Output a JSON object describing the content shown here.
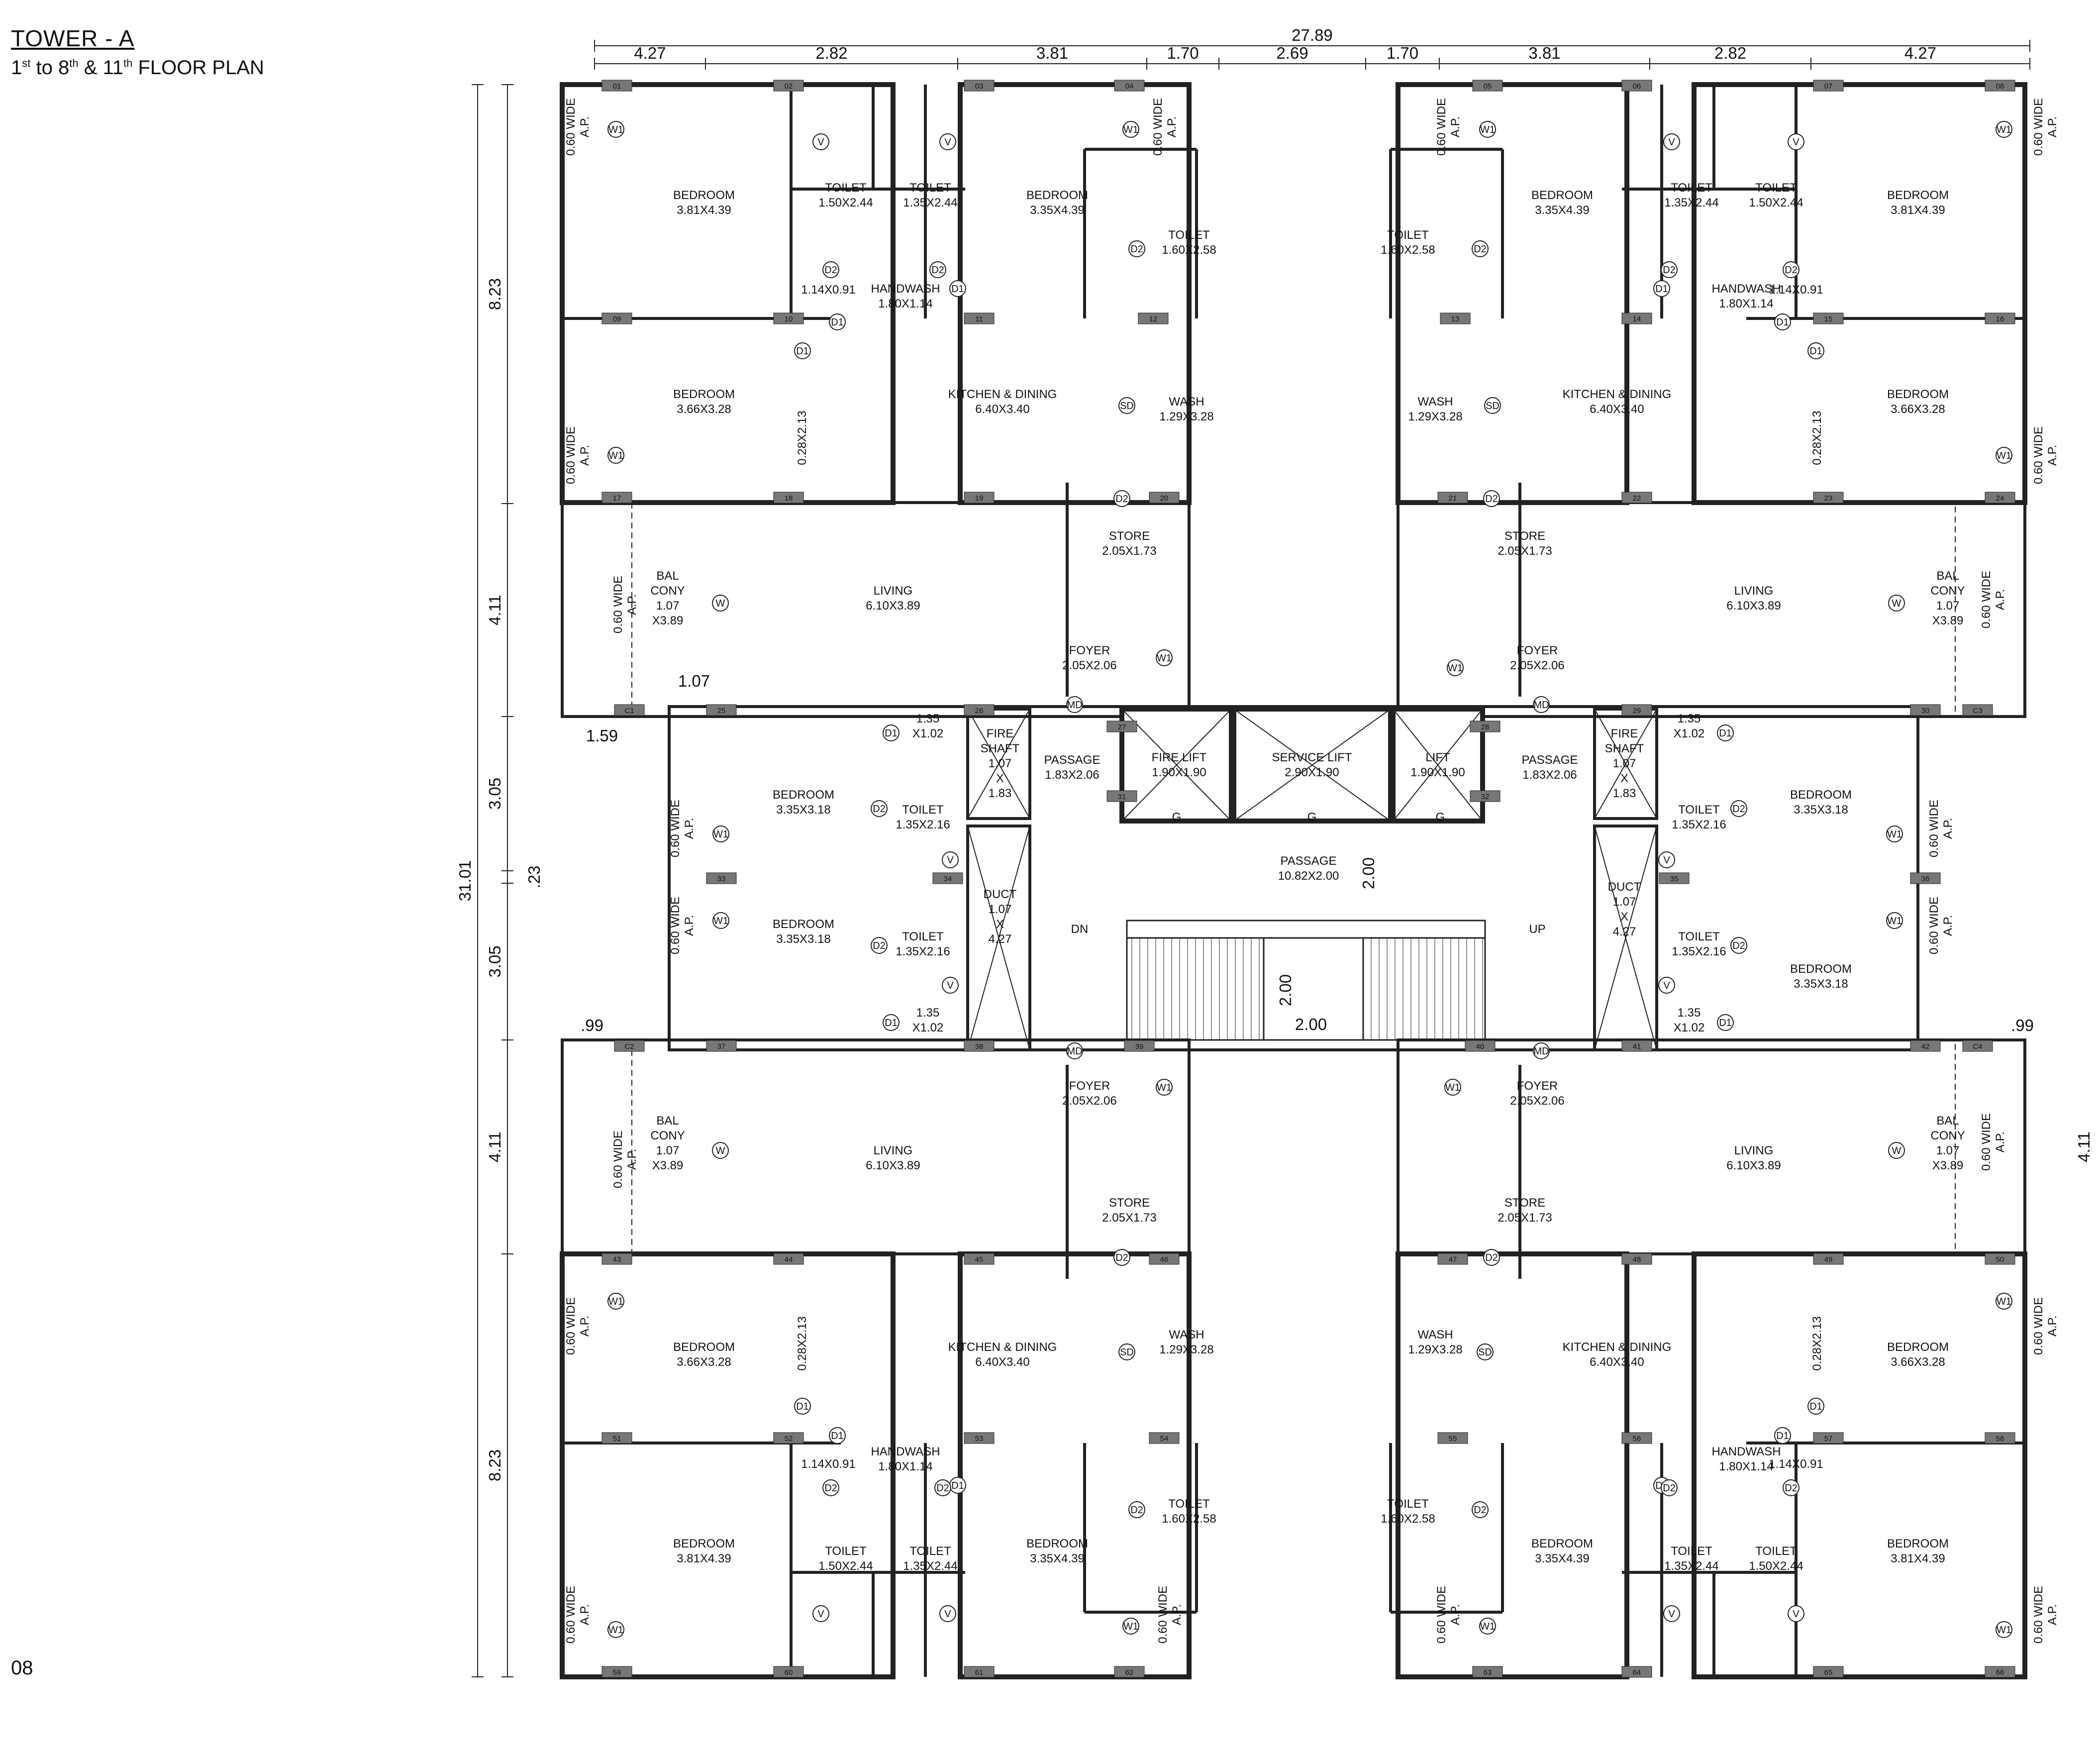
{
  "header": {
    "title": "TOWER - A",
    "subtitle": "1st to 8th & 11th FLOOR PLAN",
    "page_number": "08"
  },
  "dimensions": {
    "total_width": "27.89",
    "top_segments": [
      "4.27",
      "2.82",
      "3.81",
      "1.70",
      "2.69",
      "1.70",
      "3.81",
      "2.82",
      "4.27"
    ],
    "total_height": "31.01",
    "left_segments": [
      "8.23",
      "4.11",
      "3.05",
      ".23",
      "3.05",
      "4.11",
      "8.23"
    ],
    "balcony_width": "1.07",
    "balcony_offset": "1.59",
    "offset_099_left": ".99",
    "offset_099_right": ".99",
    "right_balcony_height": "4.11",
    "passage_depth": "2.00",
    "stair_depth": "2.00",
    "stair_width": "2.00"
  },
  "rooms": [
    {
      "name": "BEDROOM",
      "size": "3.81X4.39"
    },
    {
      "name": "TOILET",
      "size": "1.50X2.44"
    },
    {
      "name": "TOILET",
      "size": "1.35X2.44"
    },
    {
      "name": "BEDROOM",
      "size": "3.35X4.39"
    },
    {
      "name": "TOILET",
      "size": "1.60X2.58"
    },
    {
      "name": "HANDWASH",
      "size": "1.80X1.14"
    },
    {
      "name": "",
      "size": "1.14X0.91"
    },
    {
      "name": "BEDROOM",
      "size": "3.66X3.28"
    },
    {
      "name": "",
      "size": "0.28X2.13"
    },
    {
      "name": "KITCHEN & DINING",
      "size": "6.40X3.40"
    },
    {
      "name": "WASH",
      "size": "1.29X3.28"
    },
    {
      "name": "STORE",
      "size": "2.05X1.73"
    },
    {
      "name": "LIVING",
      "size": "6.10X3.89"
    },
    {
      "name": "FOYER",
      "size": "2.05X2.06"
    },
    {
      "name": "BAL CONY",
      "size": "1.07 X3.89"
    },
    {
      "name": "",
      "size": "1.35 X1.02"
    },
    {
      "name": "BEDROOM",
      "size": "3.35X3.18"
    },
    {
      "name": "TOILET",
      "size": "1.35X2.16"
    },
    {
      "name": "FIRE SHAFT",
      "size": "1.07 X 1.83"
    },
    {
      "name": "DUCT",
      "size": "1.07 X 4.27"
    },
    {
      "name": "PASSAGE",
      "size": "1.83X2.06"
    },
    {
      "name": "FIRE LIFT",
      "size": "1.90X1.90"
    },
    {
      "name": "SERVICE LIFT",
      "size": "2.90X1.90"
    },
    {
      "name": "LIFT",
      "size": "1.90X1.90"
    },
    {
      "name": "PASSAGE",
      "size": "10.82X2.00"
    }
  ],
  "labels": {
    "ap": "0.60 WIDE A.P.",
    "dn": "DN",
    "up": "UP",
    "lift_tag": "G"
  },
  "tags": [
    "W1",
    "W",
    "D1",
    "D2",
    "V",
    "SD",
    "MD"
  ],
  "column_numbers": [
    "01",
    "02",
    "03",
    "04",
    "05",
    "06",
    "07",
    "08",
    "09",
    "10",
    "11",
    "12",
    "13",
    "14",
    "15",
    "16",
    "17",
    "18",
    "19",
    "20",
    "21",
    "22",
    "23",
    "24",
    "25",
    "26",
    "27",
    "28",
    "29",
    "30",
    "31",
    "32",
    "33",
    "34",
    "35",
    "36",
    "37",
    "38",
    "39",
    "40",
    "41",
    "42",
    "43",
    "44",
    "45",
    "46",
    "47",
    "48",
    "49",
    "50",
    "51",
    "52",
    "53",
    "54",
    "55",
    "56",
    "57",
    "58",
    "59",
    "60",
    "61",
    "62",
    "63",
    "64",
    "65",
    "66",
    "C1",
    "C2",
    "C3",
    "C4"
  ]
}
